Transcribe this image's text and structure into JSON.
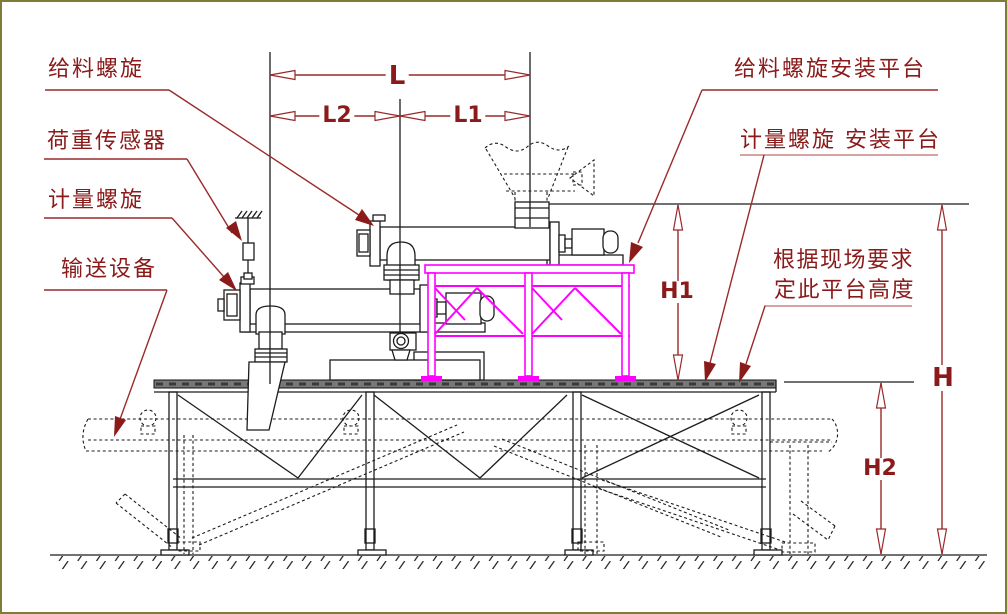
{
  "colors": {
    "annotation": "#8b1a1a",
    "annotation_line": "#9a2a2a",
    "annotation_light": "#c98484",
    "magenta": "#ff00ff",
    "ink": "#1c1c1c",
    "border": "#7d7d38",
    "paper": "#ffffff"
  },
  "callouts": {
    "left": [
      {
        "label": "给料螺旋"
      },
      {
        "label": "荷重传感器"
      },
      {
        "label": "计量螺旋"
      },
      {
        "label": "输送设备"
      }
    ],
    "right": [
      {
        "label": "给料螺旋安装平台"
      },
      {
        "label": "计量螺旋 安装平台"
      }
    ],
    "note": {
      "line1": "根据现场要求",
      "line2": "定此平台高度"
    }
  },
  "dimensions": {
    "total_length": "L",
    "length_right": "L1",
    "length_left": "L2",
    "height_upper": "H1",
    "height_lower": "H2",
    "height_total": "H"
  }
}
